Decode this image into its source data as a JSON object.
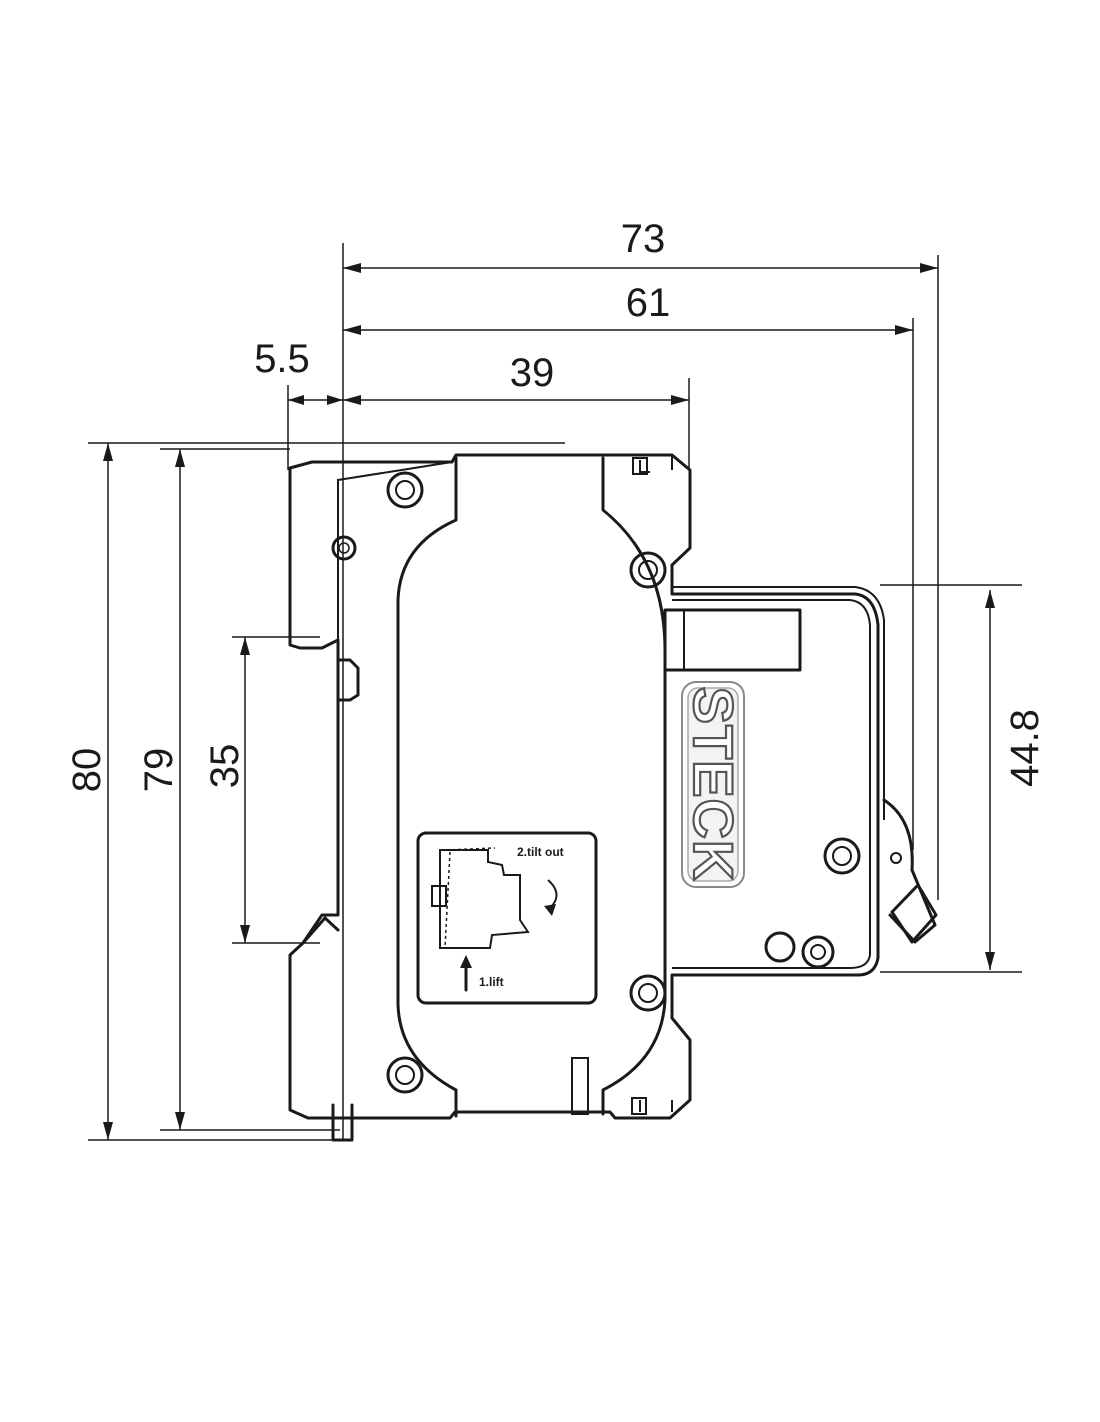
{
  "dimensions": {
    "overall_depth": "73",
    "depth_to_terminal": "61",
    "front_depth": "39",
    "rail_offset": "5.5",
    "total_height": "80",
    "body_height": "79",
    "rail_height": "35",
    "front_face_height": "44.8"
  },
  "brand": {
    "logo_text": "STECK"
  },
  "instruction_label": {
    "step_1": "1.lift",
    "step_2": "2.tilt out"
  },
  "colors": {
    "line": "#1a1a1a",
    "background": "#ffffff"
  }
}
